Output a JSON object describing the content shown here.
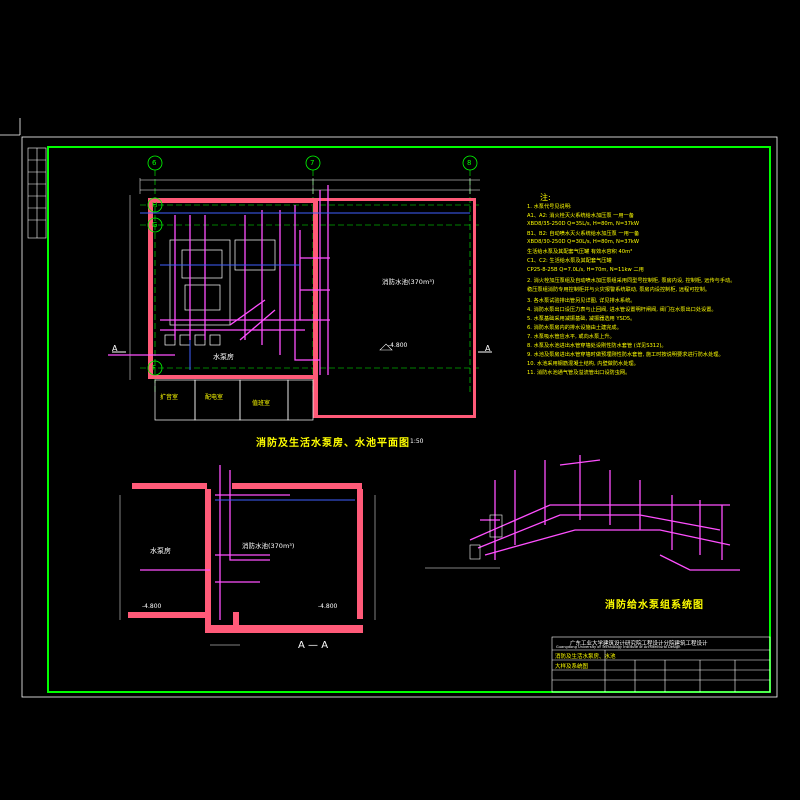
{
  "colors": {
    "background": "#000000",
    "frame": "#00ff00",
    "wall": "#ff5a78",
    "pipe": "#ff4fff",
    "dim": "#ffffff",
    "text": "#ffff00",
    "axis": "#00ff00",
    "cyan": "#00ffff",
    "blue": "#4060ff"
  },
  "plan": {
    "title": "消防及生活水泵房、水池平面图",
    "scale": "1:50",
    "rooms": {
      "pump_room": "水泵房",
      "pool": "消防水池(370m³)",
      "sub1": "扩音室",
      "sub2": "配电室",
      "sub3": "值班室"
    },
    "axes": {
      "g": "G",
      "h": "H",
      "g2": "G",
      "f": "F",
      "c6": "6",
      "c7": "7",
      "c8": "8"
    },
    "section_mark": "A",
    "elevation": "-4.800"
  },
  "section": {
    "title": "A — A",
    "rooms": {
      "pump_room": "水泵房",
      "pool": "消防水池(370m³)"
    },
    "elevations": [
      "-4.800",
      "-4.800"
    ]
  },
  "system": {
    "title": "消防给水泵组系统图"
  },
  "notes": {
    "heading": "注:",
    "lines": [
      "1. 水泵代号见说明:",
      "   A1、A2: 消火栓灭火系统给水加压泵 一用一备",
      "   XBD8/35-250D Q=35L/s, H=80m, N=37kW",
      "   B1、B2: 自动喷水灭火系统给水加压泵 一用一备",
      "   XBD8/30-250D Q=30L/s, H=80m, N=37kW",
      "   生活给水泵及其配套气压罐 有效水容积 40m³",
      "   C1、C2: 生活给水泵及其配套气压罐",
      "   CP25-8-25B Q=7.0L/s, H=70m, N=11kw 二用",
      "2. 消火栓加压泵组及自动喷水加压泵组采用同型号控制柜, 泵房内设, 控制柜, 远传与手动。",
      "   稳压泵组消防专用控制柜并与火灾报警系统联动, 泵房内设控制柜, 远程可控制。",
      "3. 各水泵试验排出管另见详图, 详见排水系统。",
      "4. 消防水泵出口设压力表与止回阀, 进水管设置明杆闸阀, 阀门在水泵出口处设置。",
      "5. 水泵基础采用减振基础, 减振器选用 YSD5。",
      "6. 消防水泵房内的排水设施由土建完成。",
      "7. 水泵吸水管应水平, 或向水泵上升。",
      "8. 水泵及水池进出水管穿墙处设刚性防水套管 (详见S312)。",
      "9. 水池及泵房进出水管穿墙时做预埋刚性防水套管, 施工时按说明要求进行防水处理。",
      "10. 水池采用钢筋混凝土结构, 内壁做防水处理。",
      "11. 消防水池通气管及溢流管出口设防虫网。"
    ]
  },
  "title_block": {
    "institute": "广东工业大学建筑设计研究院工程设计分院建筑工程设计",
    "institute_en": "Guangdong University of Technology Institute of Architectural Design",
    "drawing_name_1": "消防及生活水泵房、水池",
    "drawing_name_2": "大样及系统图"
  }
}
